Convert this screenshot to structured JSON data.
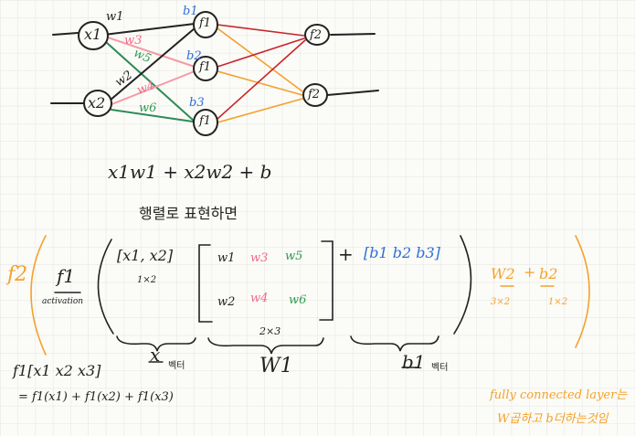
{
  "network": {
    "inputs": [
      "x1",
      "x2"
    ],
    "hidden": [
      "f1",
      "f1",
      "f1"
    ],
    "outputs": [
      "f2",
      "f2"
    ],
    "weight_labels": [
      "w1",
      "w2",
      "w3",
      "w4",
      "w5",
      "w6"
    ],
    "bias_labels": [
      "b1",
      "b2",
      "b3"
    ]
  },
  "formula_line": "x1w1 + x2w2 + b",
  "matrix_note": "행렬로 표현하면",
  "main": {
    "f2_label": "f2",
    "f1_label": "f1",
    "activation": "activation",
    "x_vec": "[x1, x2]",
    "x_dim": "1×2",
    "w_row1": [
      "w1",
      "w3",
      "w5"
    ],
    "w_row2": [
      "w2",
      "w4",
      "w6"
    ],
    "w_dim": "2×3",
    "plus": "+",
    "b_vec": "[b1 b2 b3]"
  },
  "outer": {
    "w2": "W2",
    "w2_dim": "3×2",
    "plus": "+",
    "b2": "b2",
    "b2_dim": "1×2"
  },
  "underbrace": {
    "x_label": "x",
    "x_note": "벡터",
    "W_label": "W1",
    "b_label": "b1",
    "b_note": "벡터"
  },
  "bottom_left": {
    "line1": "f1[x1 x2 x3]",
    "line2": "= f1(x1) + f1(x2) + f1(x3)"
  },
  "note": {
    "line1": "fully connected layer는",
    "line2": "W곱하고 b더하는것임"
  }
}
